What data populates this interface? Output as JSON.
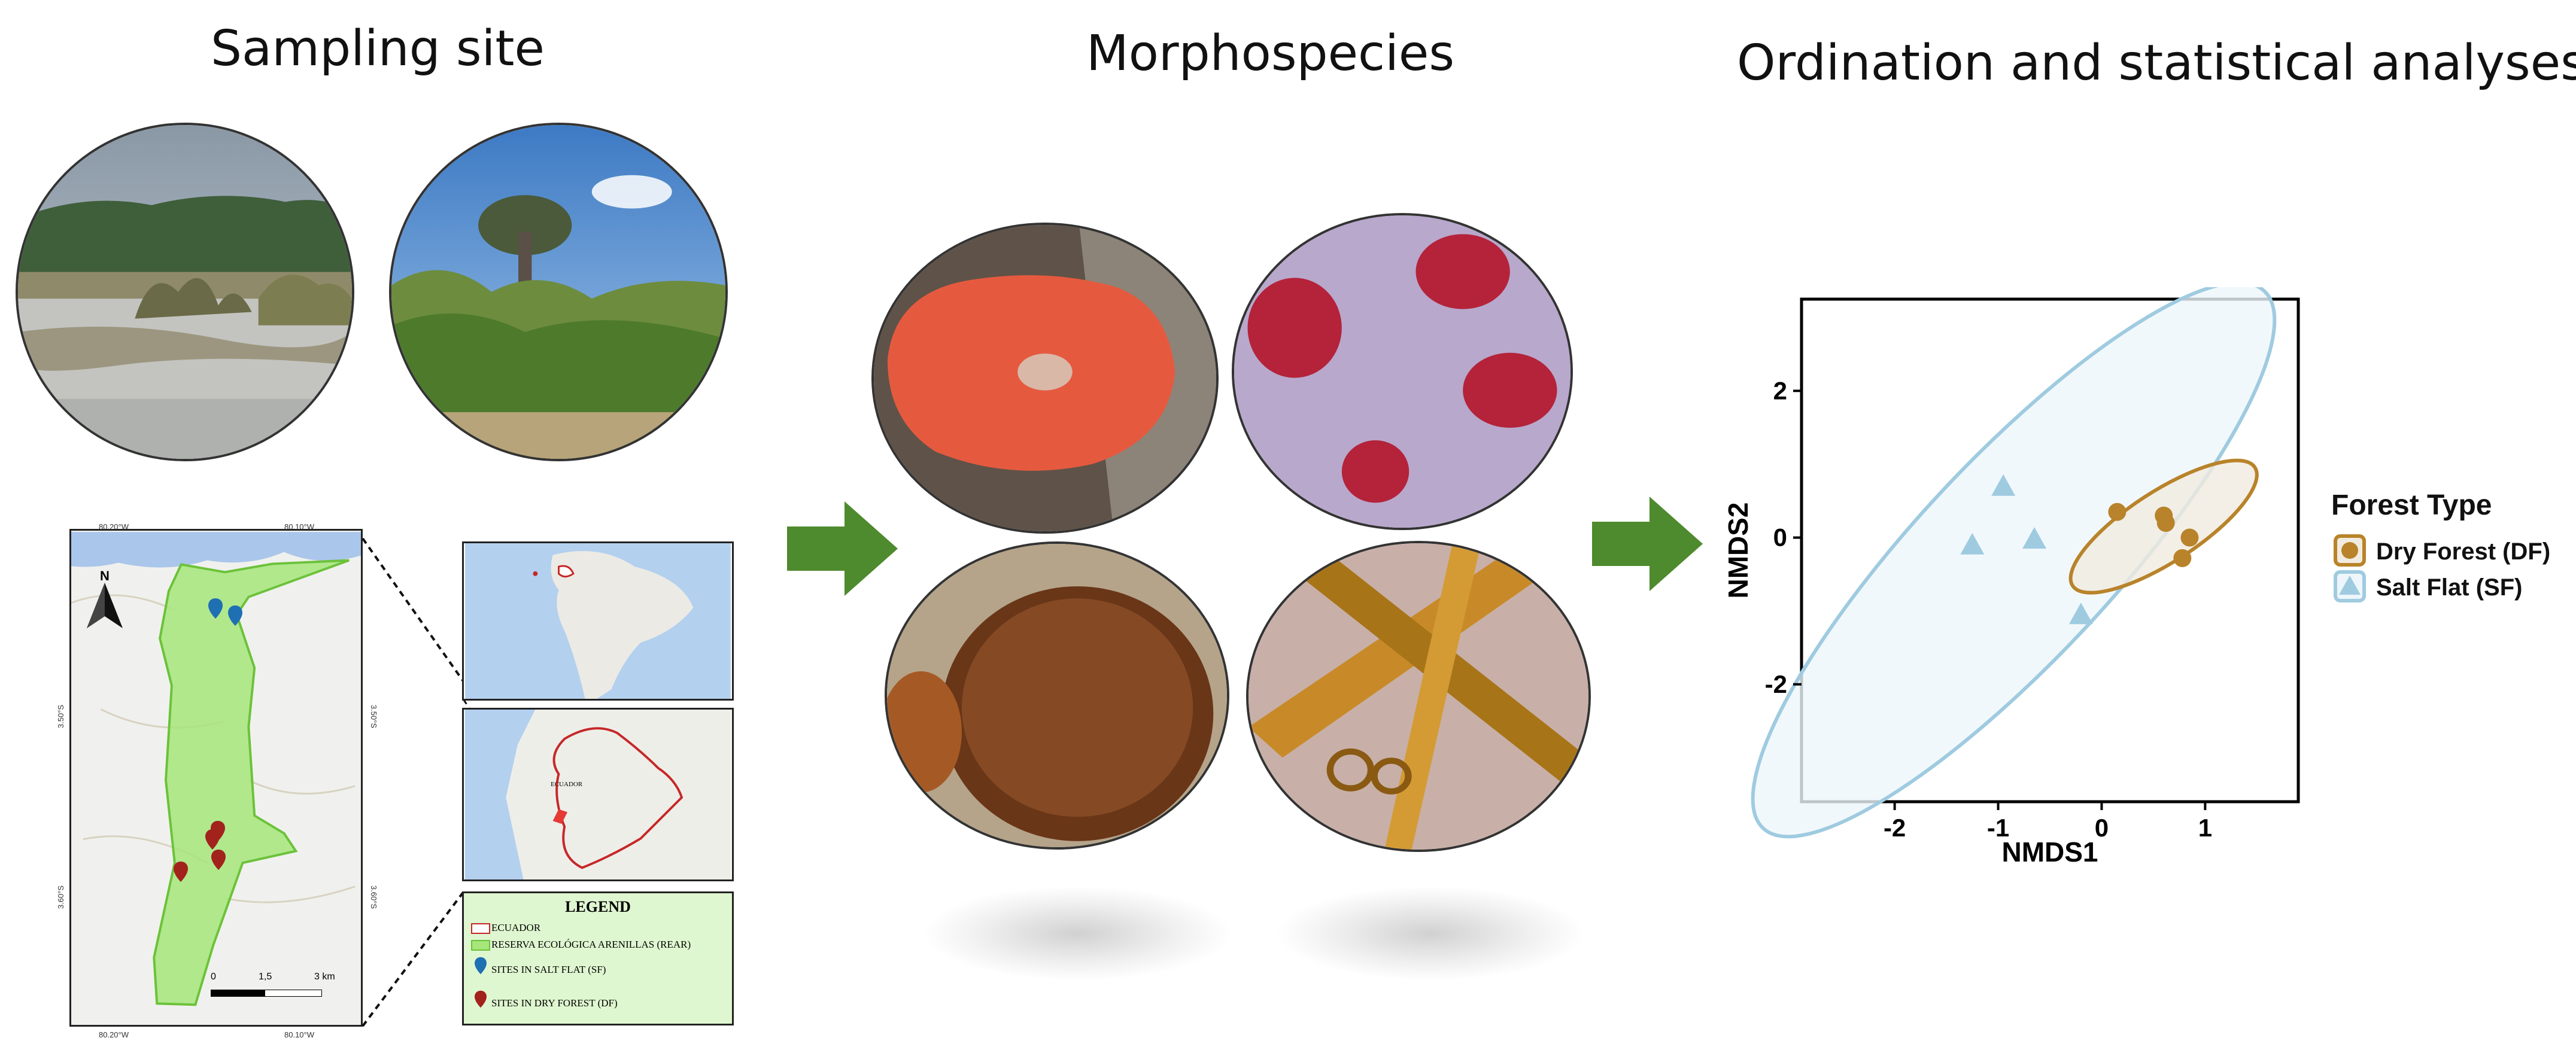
{
  "titles": {
    "sampling": "Sampling site",
    "morpho": "Morphospecies",
    "ordination": "Ordination and statistical analyses"
  },
  "map": {
    "lon_top_left": "80.20°W",
    "lon_top_right": "80.10°W",
    "lon_bottom_left": "80.20°W",
    "lon_bottom_right": "80.10°W",
    "lat_upper_left": "3.50°S",
    "lat_upper_right": "3.50°S",
    "lat_lower_left": "3.60°S",
    "lat_lower_right": "3.60°S",
    "north": "N",
    "scale_0": "0",
    "scale_mid": "1,5",
    "scale_end": "3 km",
    "inset_country": "ECUADOR"
  },
  "legend": {
    "title": "LEGEND",
    "items": [
      "ECUADOR",
      "RESERVA ECOLÓGICA ARENILLAS (REAR)",
      "SITES IN SALT FLAT (SF)",
      "SITES IN DRY FOREST (DF)"
    ]
  },
  "colors": {
    "arrow": "#4e8a2e",
    "reserve_fill": "#a6e67a",
    "reserve_stroke": "#6cc23a",
    "df": "#b8832a",
    "sf": "#9fcbe0",
    "sf_ellipse_fill": "#eef6fb",
    "df_ellipse_fill": "#f1ebe0"
  },
  "chart_data": {
    "type": "scatter",
    "xlabel": "NMDS1",
    "ylabel": "NMDS2",
    "xlim": [
      -2.9,
      1.9
    ],
    "ylim": [
      -3.6,
      3.25
    ],
    "xticks": [
      -2,
      -1,
      0,
      1
    ],
    "xtick_labels": [
      "-2",
      "-1",
      "0",
      "1"
    ],
    "yticks": [
      2,
      0,
      -2
    ],
    "ytick_labels": [
      "2",
      "0",
      "-2"
    ],
    "legend_title": "Forest Type",
    "legend_position": "right",
    "series": [
      {
        "name": "Dry Forest (DF)",
        "marker": "circle",
        "color": "#b8832a",
        "x": [
          0.15,
          0.6,
          0.62,
          0.85,
          0.78
        ],
        "y": [
          0.35,
          0.3,
          0.2,
          0.0,
          -0.28
        ],
        "ellipse": {
          "cx": 0.6,
          "cy": 0.15,
          "rx": 1.05,
          "ry": 0.48,
          "angle_deg": -33
        }
      },
      {
        "name": "Salt Flat (SF)",
        "marker": "triangle",
        "color": "#9fcbe0",
        "x": [
          -0.95,
          -1.25,
          -0.65,
          -0.2
        ],
        "y": [
          0.7,
          -0.1,
          -0.02,
          -1.05
        ],
        "ellipse": {
          "cx": -0.85,
          "cy": -0.3,
          "rx": 3.55,
          "ry": 1.35,
          "angle_deg": -47
        }
      }
    ]
  }
}
